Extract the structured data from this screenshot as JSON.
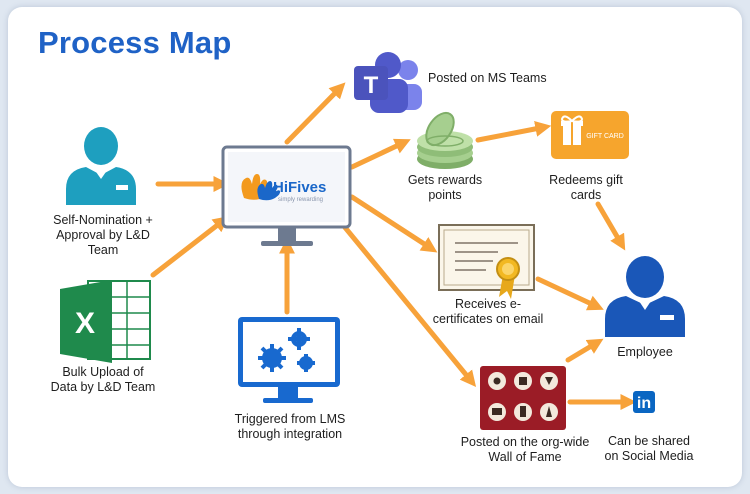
{
  "title": "Process Map",
  "colors": {
    "arrow": "#f7a23a",
    "title": "#1f62c6",
    "person": "#1e9fbf",
    "employee": "#1a57b8",
    "excel": "#1f8a4c",
    "teams": "#5059c9",
    "coin": "#a6cf8f",
    "gift": "#f6a52d",
    "monitor": "#1869cf",
    "linkedin": "#0a66c2",
    "wall": "#9b1c26"
  },
  "brand": {
    "name": "HiFives",
    "tagline": "simply rewarding"
  },
  "gift_card_text": "GIFT CARD",
  "linkedin_text": "in",
  "nodes": {
    "self_nomination": "Self-Nomination +\nApproval by L&D\nTeam",
    "bulk_upload": "Bulk Upload of\nData by L&D Team",
    "lms": "Triggered from LMS\nthrough integration",
    "ms_teams": "Posted on MS Teams",
    "rewards_points": "Gets rewards\npoints",
    "gift_cards": "Redeems gift\ncards",
    "ecertificate": "Receives e-\ncertificates on email",
    "employee": "Employee",
    "wall_of_fame": "Posted on the org-wide\nWall of Fame",
    "social_media": "Can be shared\non Social Media"
  },
  "icons": {
    "self_nomination": "person-badge-icon",
    "bulk_upload": "excel-icon",
    "lms": "gears-monitor-icon",
    "hifives": "hifives-monitor-icon",
    "ms_teams": "ms-teams-icon",
    "rewards_points": "coins-icon",
    "gift_cards": "gift-card-icon",
    "ecertificate": "certificate-icon",
    "employee": "employee-icon",
    "wall_of_fame": "wall-of-fame-icon",
    "social_media": "linkedin-icon"
  }
}
